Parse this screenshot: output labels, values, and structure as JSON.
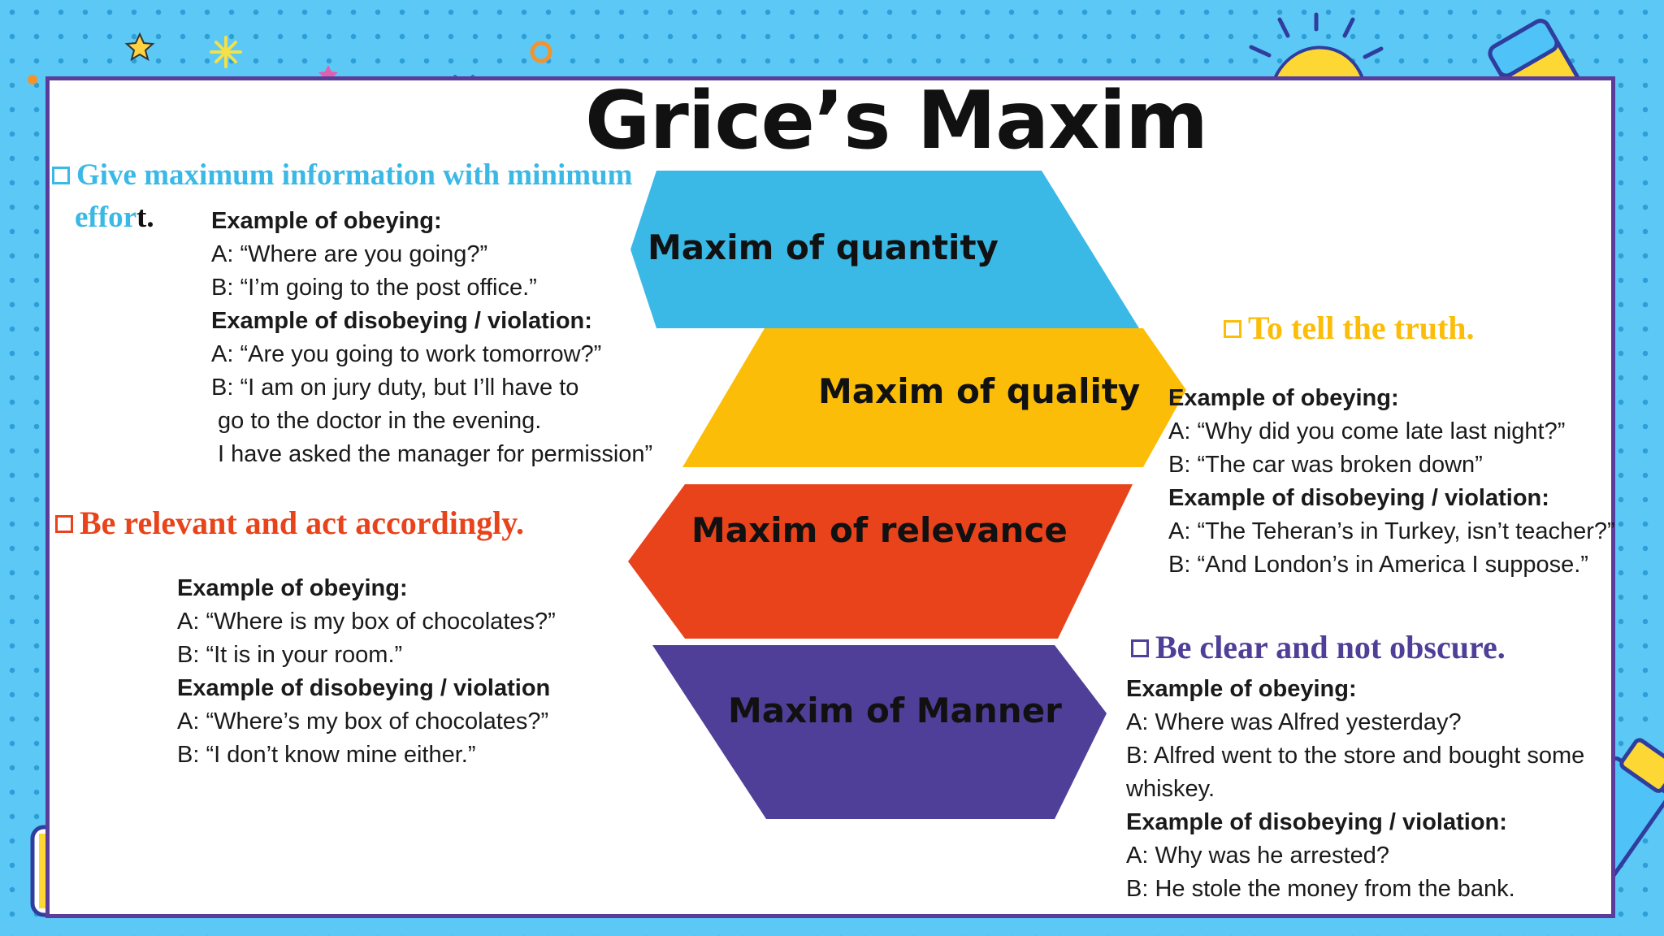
{
  "title": "Grice’s Maxim",
  "colors": {
    "background": "#5cc8f5",
    "frame": "#5a3d9a",
    "quantity": "#3ab8e6",
    "quality": "#fbbd08",
    "relevance": "#e8431b",
    "manner": "#4f3f98"
  },
  "decorations": [
    "star-icon",
    "sparkle-icon",
    "lightbulb-icon",
    "pencil-icon",
    "marker-icon",
    "cross-icon",
    "ring-icon",
    "crayon-box-icon"
  ],
  "maxims": {
    "quantity": "Maxim of quantity",
    "quality": "Maxim of quality",
    "relevance": "Maxim of relevance",
    "manner": "Maxim of Manner"
  },
  "quantity_section": {
    "heading_line1": "Give maximum information with minimum",
    "heading_line2_colored": "effor",
    "heading_line2_tail": "t.",
    "obey_label": "Example of obeying:",
    "obey_a": "A: “Where are you going?”",
    "obey_b": "B: “I’m going to the post office.”",
    "violate_label": "Example of disobeying / violation:",
    "violate_a": "A: “Are you going to work tomorrow?”",
    "violate_b1": "B: “I am on jury duty, but I’ll have to",
    "violate_b2": " go to the doctor in the evening.",
    "violate_b3": " I have asked the manager for permission”"
  },
  "quality_section": {
    "heading": "To tell the truth.",
    "obey_label": "Example of obeying:",
    "obey_a": "A: “Why did you come late last night?”",
    "obey_b": "B: “The car was broken down”",
    "violate_label": "Example of disobeying / violation:",
    "violate_a": "A: “The Teheran’s in Turkey, isn’t teacher?”",
    "violate_b": "B: “And London’s in America I suppose.”"
  },
  "relevance_section": {
    "heading": "Be relevant and act accordingly.",
    "obey_label": "Example of obeying:",
    "obey_a": "A: “Where is my box of chocolates?”",
    "obey_b": "B: “It is in your room.”",
    "violate_label": "Example of disobeying / violation",
    "violate_a": "A: “Where’s my box of chocolates?”",
    "violate_b": "B: “I don’t know mine either.”"
  },
  "manner_section": {
    "heading": "Be clear and not obscure.",
    "obey_label": "Example of obeying:",
    "obey_a": "A: Where was Alfred yesterday?",
    "obey_b1": "B: Alfred went to the store and bought some",
    "obey_b2": "whiskey.",
    "violate_label": "Example of disobeying / violation:",
    "violate_a": "A: Why was he arrested?",
    "violate_b": "B: He stole the money from the bank."
  }
}
